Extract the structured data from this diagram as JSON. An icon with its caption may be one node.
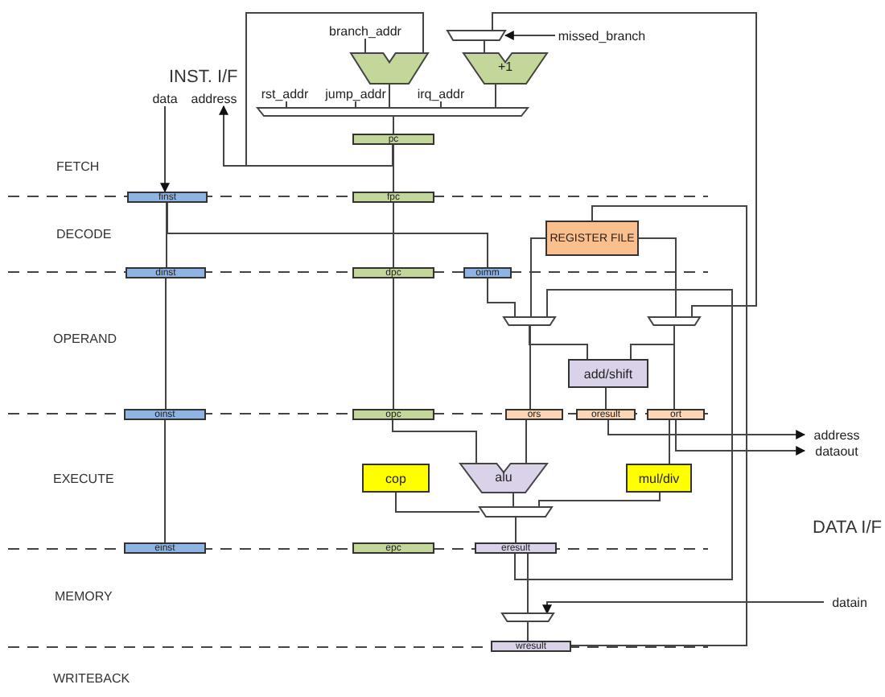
{
  "diagram": {
    "nodes": [
      {
        "text": [
          "branch_addr"
        ]
      },
      {
        "text": [
          "missed_branch"
        ]
      },
      {
        "text": [
          "rst_addr"
        ]
      },
      {
        "text": [
          "jump_addr"
        ]
      },
      {
        "text": [
          "irq_addr"
        ]
      },
      {
        "text": [
          "data"
        ]
      },
      {
        "text": [
          "address"
        ]
      },
      {
        "text": [],
        "shape": "trapezoid"
      },
      {
        "text": [],
        "shape": "trapezoid"
      },
      {
        "text": [
          "+1"
        ]
      },
      {
        "text": [],
        "shape": "trapezoid"
      },
      {
        "text": [
          "pc"
        ]
      },
      {
        "text": [
          "finst"
        ]
      },
      {
        "text": [
          "fpc"
        ]
      },
      {
        "text": [
          "dinst"
        ]
      },
      {
        "text": [
          "dpc"
        ]
      },
      {
        "text": [
          "oimm"
        ]
      },
      {
        "text": [
          "REGISTER FILE"
        ]
      },
      {
        "text": [],
        "shape": "trapezoid"
      },
      {
        "text": [],
        "shape": "trapezoid"
      },
      {
        "text": [
          "add/shift"
        ]
      },
      {
        "text": [
          "oinst"
        ]
      },
      {
        "text": [
          "opc"
        ]
      },
      {
        "text": [
          "ors"
        ]
      },
      {
        "text": [
          "oresult"
        ]
      },
      {
        "text": [
          "ort"
        ]
      },
      {
        "text": [
          "address"
        ]
      },
      {
        "text": [
          "dataout"
        ]
      },
      {
        "text": [
          "cop"
        ]
      },
      {
        "text": [
          "alu"
        ]
      },
      {
        "text": [
          "mul/div"
        ]
      },
      {
        "text": [],
        "shape": "trapezoid"
      },
      {
        "text": [
          "einst"
        ]
      },
      {
        "text": [
          "epc"
        ]
      },
      {
        "text": [
          "eresult"
        ]
      },
      {
        "text": [
          "datain"
        ]
      },
      {
        "text": [],
        "shape": "trapezoid"
      },
      {
        "text": [
          "wresult"
        ]
      }
    ],
    "edges": [
      {
        "from": 0,
        "to": 8,
        "arrow": "none"
      },
      {
        "from": 1,
        "to": 7,
        "arrow": "to"
      },
      {
        "from": 7,
        "to": 9,
        "arrow": "none"
      },
      {
        "from": 8,
        "to": 10,
        "arrow": "none"
      },
      {
        "from": 9,
        "to": 10,
        "arrow": "none"
      },
      {
        "from": 2,
        "to": 10,
        "arrow": "none"
      },
      {
        "from": 3,
        "to": 10,
        "arrow": "none"
      },
      {
        "from": 4,
        "to": 10,
        "arrow": "none"
      },
      {
        "from": 10,
        "to": 11,
        "arrow": "none"
      },
      {
        "from": 11,
        "to": 13,
        "arrow": "none"
      },
      {
        "from": 11,
        "to": 6,
        "arrow": "to"
      },
      {
        "from": 11,
        "to": 8,
        "arrow": "none"
      },
      {
        "from": 5,
        "to": 12,
        "arrow": "to"
      },
      {
        "from": 12,
        "to": 14,
        "arrow": "none"
      },
      {
        "from": 12,
        "to": 16,
        "arrow": "none"
      },
      {
        "from": 13,
        "to": 15,
        "arrow": "none"
      },
      {
        "from": 14,
        "to": 21,
        "arrow": "none"
      },
      {
        "from": 15,
        "to": 22,
        "arrow": "none"
      },
      {
        "from": 21,
        "to": 32,
        "arrow": "none"
      },
      {
        "from": 37,
        "to": 17,
        "arrow": "none"
      },
      {
        "from": 17,
        "to": 18,
        "arrow": "none"
      },
      {
        "from": 17,
        "to": 19,
        "arrow": "none"
      },
      {
        "from": 16,
        "to": 18,
        "arrow": "none"
      },
      {
        "from": 18,
        "to": 23,
        "arrow": "none"
      },
      {
        "from": 19,
        "to": 25,
        "arrow": "none"
      },
      {
        "from": 18,
        "to": 20,
        "arrow": "none"
      },
      {
        "from": 19,
        "to": 20,
        "arrow": "none"
      },
      {
        "from": 20,
        "to": 24,
        "arrow": "none"
      },
      {
        "from": 24,
        "to": 26,
        "arrow": "to"
      },
      {
        "from": 25,
        "to": 27,
        "arrow": "to"
      },
      {
        "from": 23,
        "to": 29,
        "arrow": "none"
      },
      {
        "from": 25,
        "to": 30,
        "arrow": "none"
      },
      {
        "from": 22,
        "to": 29,
        "arrow": "none"
      },
      {
        "from": 28,
        "to": 31,
        "arrow": "none"
      },
      {
        "from": 29,
        "to": 31,
        "arrow": "none"
      },
      {
        "from": 30,
        "to": 31,
        "arrow": "none"
      },
      {
        "from": 31,
        "to": 34,
        "arrow": "none"
      },
      {
        "from": 34,
        "to": 36,
        "arrow": "none"
      },
      {
        "from": 35,
        "to": 36,
        "arrow": "to"
      },
      {
        "from": 36,
        "to": 37,
        "arrow": "none"
      },
      {
        "from": 34,
        "to": 18,
        "arrow": "none"
      },
      {
        "from": 19,
        "to": 7,
        "arrow": "none"
      }
    ],
    "labels": [
      "INST. I/F",
      "FETCH",
      "DECODE",
      "OPERAND",
      "EXECUTE",
      "DATA I/F",
      "MEMORY",
      "WRITEBACK"
    ]
  }
}
